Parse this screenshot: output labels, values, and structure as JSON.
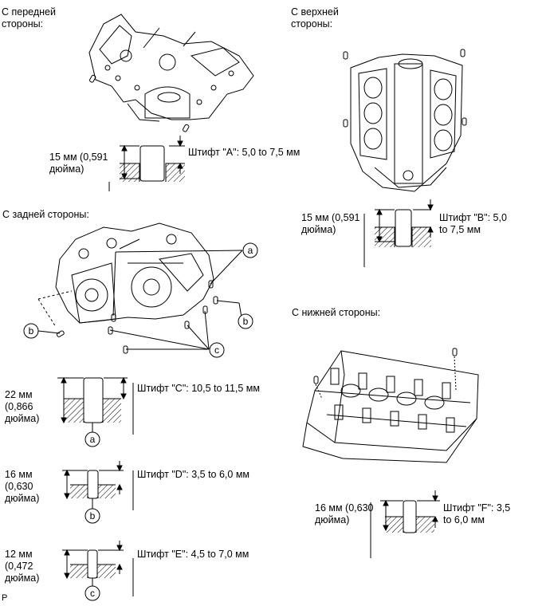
{
  "views": {
    "front": "С передней\nстороны:",
    "top": "С верхней\nстороны:",
    "rear": "С задней стороны:",
    "bottom": "С нижней стороны:"
  },
  "pins": {
    "A": {
      "depth": "15 мм (0,591\nдюйма)",
      "spec": "Штифт \"A\": 5,0 to 7,5 мм"
    },
    "B": {
      "depth": "15 мм (0,591\nдюйма)",
      "spec": "Штифт \"B\": 5,0\nto 7,5 мм"
    },
    "C": {
      "depth": "22 мм\n(0,866\nдюйма)",
      "spec": "Штифт \"C\": 10,5 to 11,5 мм"
    },
    "D": {
      "depth": "16 мм\n(0,630\nдюйма)",
      "spec": "Штифт \"D\": 3,5 to 6,0 мм"
    },
    "E": {
      "depth": "12 мм\n(0,472\nдюйма)",
      "spec": "Штифт \"E\": 4,5 to 7,0 мм"
    },
    "F": {
      "depth": "16 мм (0,630\nдюйма)",
      "spec": "Штифт \"F\": 3,5\nto 6,0 мм"
    }
  },
  "callouts": {
    "a": "a",
    "b": "b",
    "c": "c"
  },
  "corner_mark": "P"
}
